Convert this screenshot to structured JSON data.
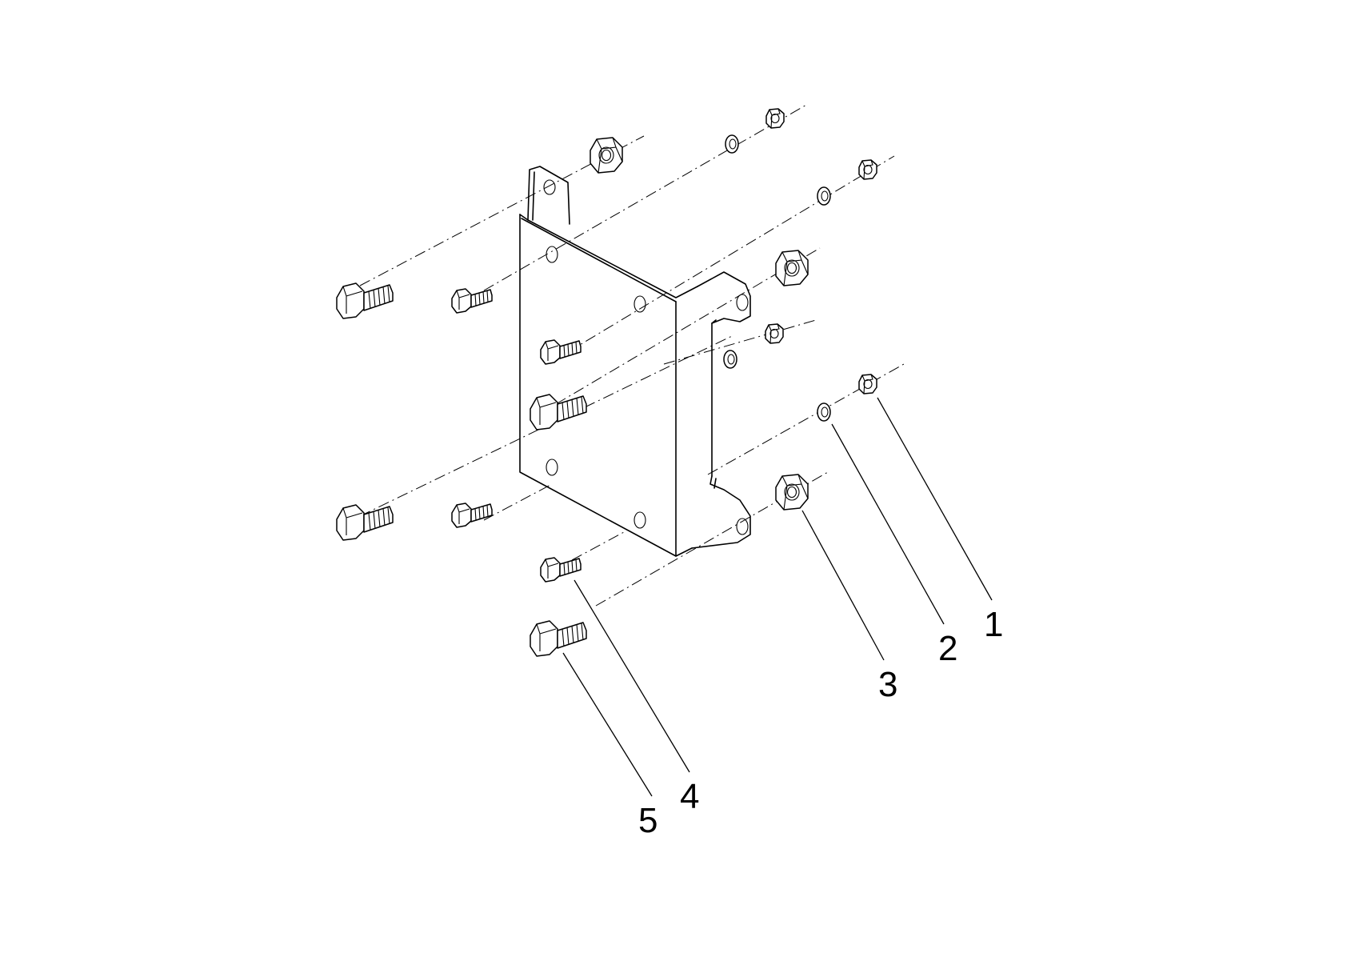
{
  "diagram": {
    "callouts": [
      {
        "id": 1,
        "label": "1",
        "part": "nut-small"
      },
      {
        "id": 2,
        "label": "2",
        "part": "washer"
      },
      {
        "id": 3,
        "label": "3",
        "part": "nut-large"
      },
      {
        "id": 4,
        "label": "4",
        "part": "bolt-small"
      },
      {
        "id": 5,
        "label": "5",
        "part": "bolt-large"
      }
    ]
  }
}
